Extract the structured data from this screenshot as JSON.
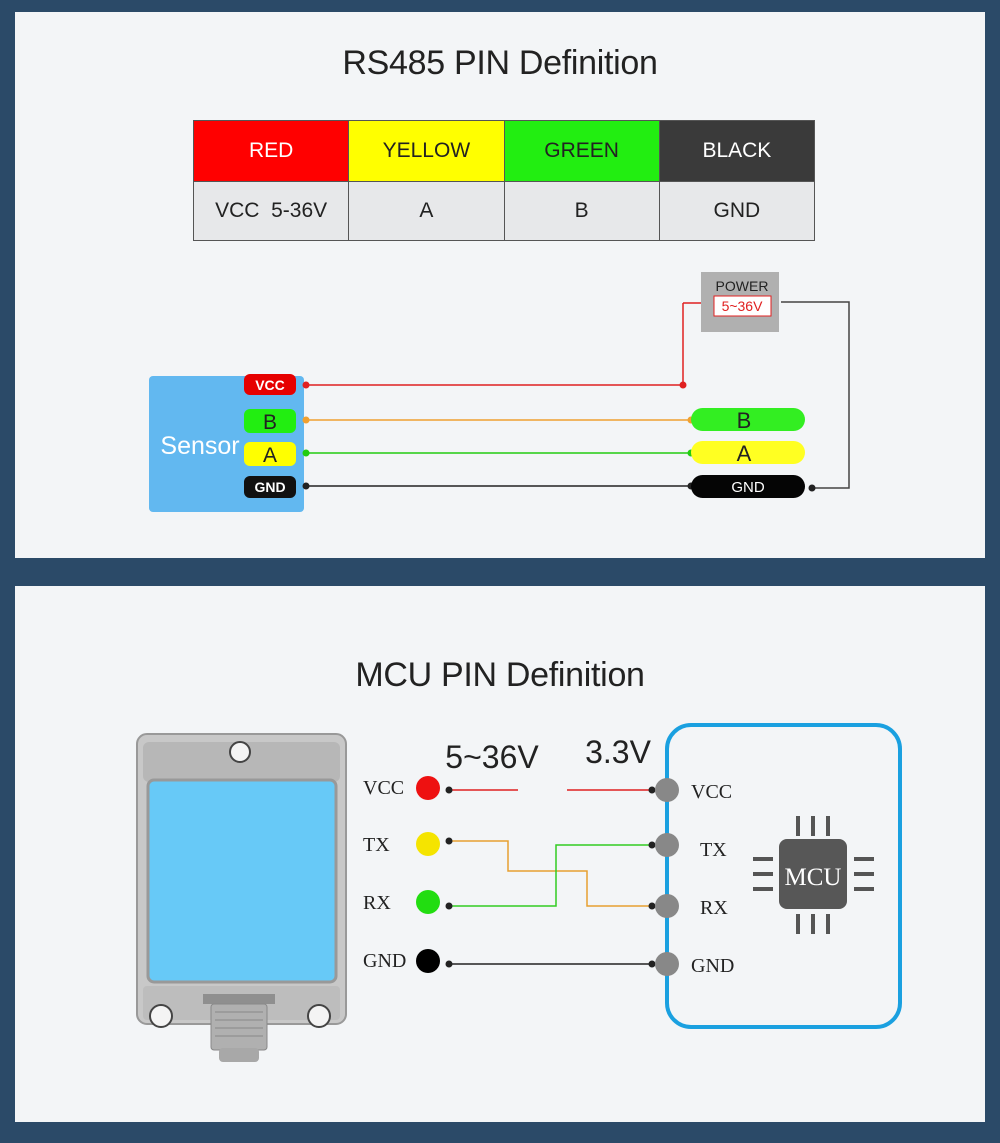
{
  "rs485": {
    "title": "RS485 PIN Definition",
    "table": {
      "colors": [
        {
          "label": "RED",
          "bg": "#ff0000",
          "fg": "#ffffff"
        },
        {
          "label": "YELLOW",
          "bg": "#ffff00",
          "fg": "#222222"
        },
        {
          "label": "GREEN",
          "bg": "#22ee11",
          "fg": "#222222"
        },
        {
          "label": "BLACK",
          "bg": "#3a3a3a",
          "fg": "#ffffff"
        }
      ],
      "values": [
        "VCC  5-36V",
        "A",
        "B",
        "GND"
      ]
    },
    "sensor_label": "Sensor",
    "sensor_pins": [
      "VCC",
      "B",
      "A",
      "GND"
    ],
    "power": {
      "label": "POWER",
      "voltage": "5~36V"
    },
    "target_pins": [
      "B",
      "A",
      "GND"
    ]
  },
  "mcu": {
    "title": "MCU PIN Definition",
    "left_pins": [
      "VCC",
      "TX",
      "RX",
      "GND"
    ],
    "right_pins": [
      "VCC",
      "TX",
      "RX",
      "GND"
    ],
    "voltage_left": "5~36V",
    "voltage_right": "3.3V",
    "chip_label": "MCU"
  }
}
